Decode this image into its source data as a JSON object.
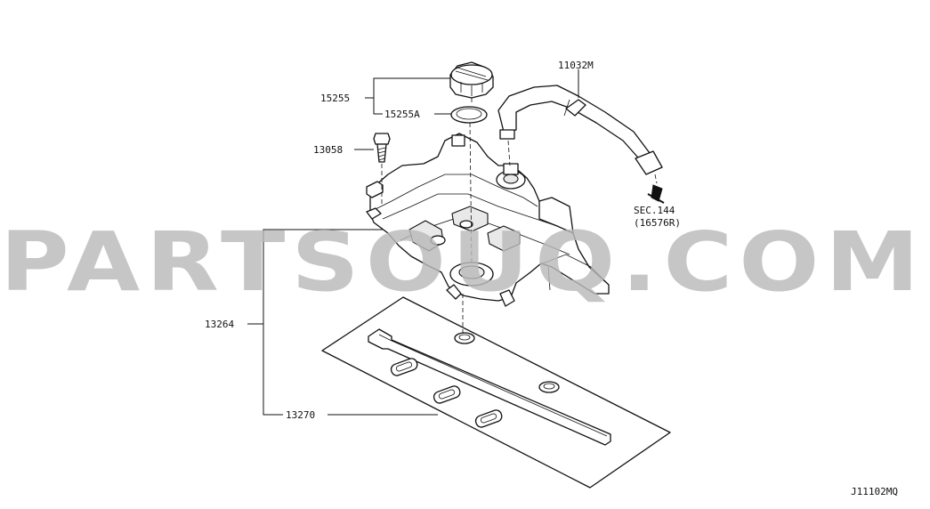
{
  "labels": {
    "hose": "11032M",
    "cap": "15255",
    "cap_seal": "15255A",
    "bolt": "13058",
    "cover_assembly": "13264",
    "gasket": "13270",
    "section_ref_1": "SEC.144",
    "section_ref_2": "(16576R)",
    "diagram_code": "J11102MQ"
  },
  "watermark": {
    "text": "PARTSOUQ.COM",
    "color": "#b9b9b9"
  }
}
